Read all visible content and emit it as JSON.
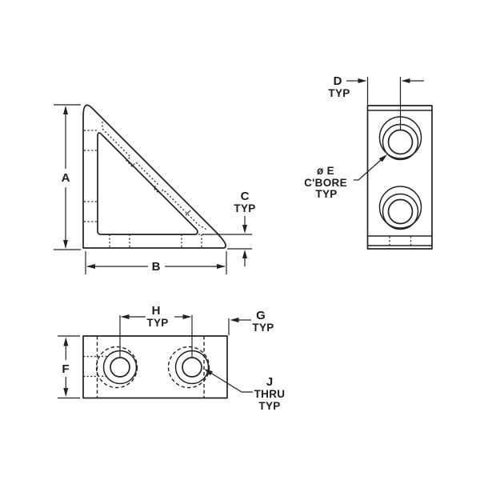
{
  "drawing": {
    "background": "#ffffff",
    "line_color": "#222222"
  },
  "labels": {
    "a": "A",
    "b": "B",
    "c": "C",
    "c_typ": "TYP",
    "d": "D",
    "d_typ": "TYP",
    "e_dia": "ø E",
    "e_cbore": "C'BORE",
    "e_typ": "TYP",
    "f": "F",
    "g": "G",
    "g_typ": "TYP",
    "h": "H",
    "h_typ": "TYP",
    "j": "J",
    "j_thru": "THRU",
    "j_typ": "TYP"
  }
}
